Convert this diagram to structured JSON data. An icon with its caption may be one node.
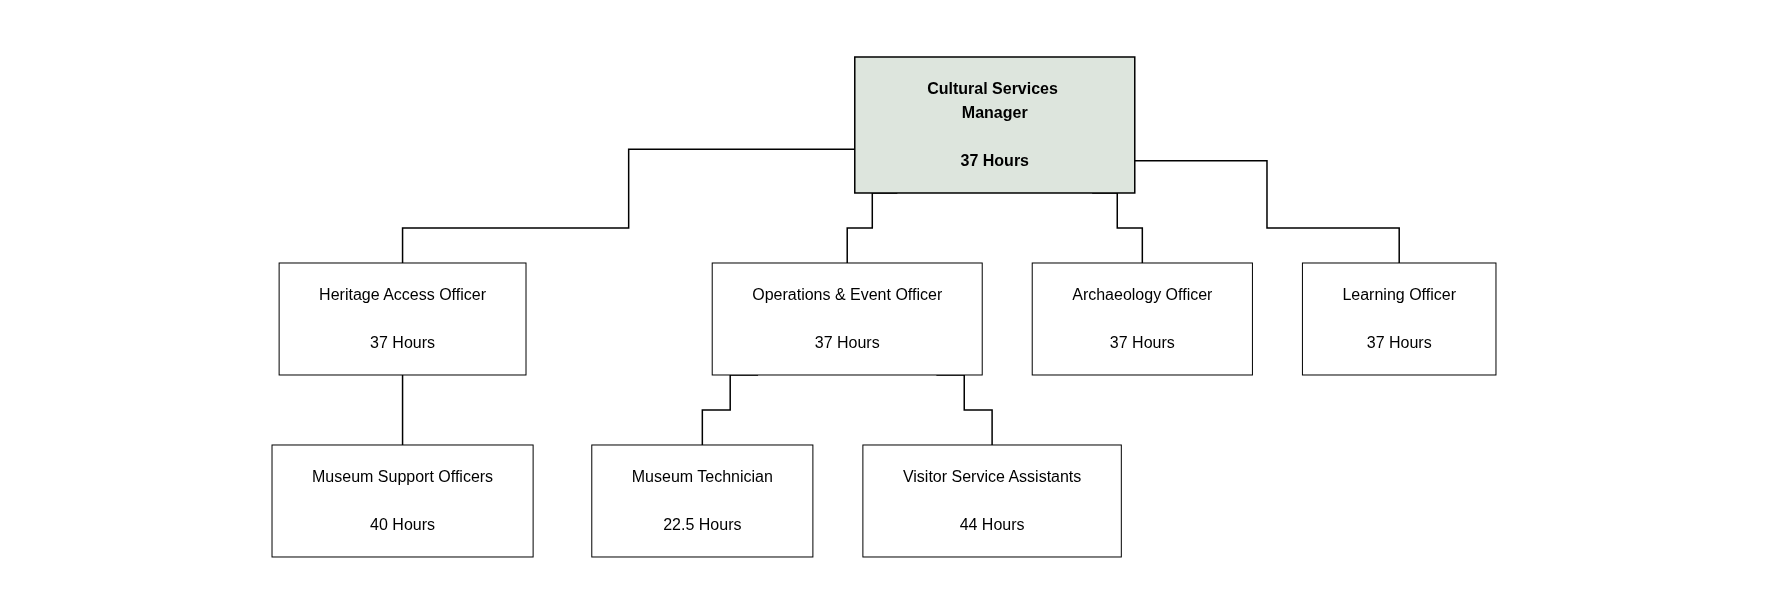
{
  "diagram": {
    "nodes": [
      {
        "text": [
          "Cultural Services Manager",
          "37 Hours"
        ]
      },
      {
        "text": [
          "Heritage Access Officer",
          "37 Hours"
        ]
      },
      {
        "text": [
          "Operations & Event Officer",
          "37 Hours"
        ]
      },
      {
        "text": [
          "Archaeology Officer",
          "37 Hours"
        ]
      },
      {
        "text": [
          "Learning Officer",
          "37 Hours"
        ]
      },
      {
        "text": [
          "Museum Support Officers",
          "40 Hours"
        ]
      },
      {
        "text": [
          "Museum Technician",
          "22.5 Hours"
        ]
      },
      {
        "text": [
          "Visitor Service Assistants",
          "44 Hours"
        ]
      }
    ],
    "edges": [
      {
        "from": 0,
        "to": 1,
        "arrow": "none"
      },
      {
        "from": 0,
        "to": 2,
        "arrow": "none"
      },
      {
        "from": 0,
        "to": 3,
        "arrow": "none"
      },
      {
        "from": 0,
        "to": 4,
        "arrow": "none"
      },
      {
        "from": 1,
        "to": 5,
        "arrow": "none"
      },
      {
        "from": 2,
        "to": 6,
        "arrow": "none"
      },
      {
        "from": 2,
        "to": 7,
        "arrow": "none"
      }
    ]
  }
}
